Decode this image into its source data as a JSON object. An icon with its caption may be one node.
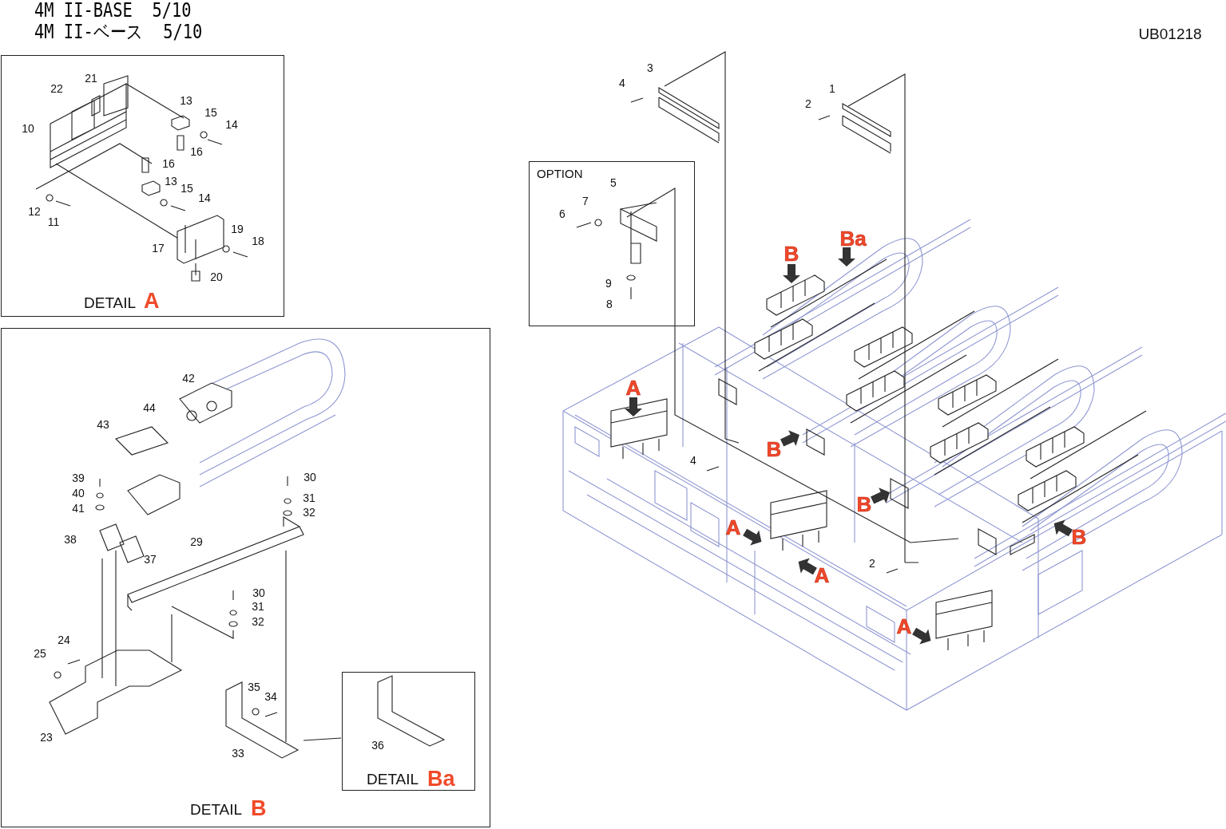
{
  "diagram": {
    "title": "4M II-BASE  5/10",
    "nodes": [
      {
        "text": [
          "DETAIL",
          "A"
        ]
      },
      {
        "text": [
          "DETAIL",
          "B"
        ]
      },
      {
        "text": [
          "DETAIL",
          "Ba"
        ],
        "in": 1
      },
      {
        "text": [
          "OPTION"
        ]
      }
    ],
    "labels": [
      "4M II-ベース  5/10",
      "UB01218",
      "22",
      "21",
      "13",
      "15",
      "14",
      "10",
      "16",
      "16",
      "13",
      "15",
      "14",
      "12",
      "11",
      "19",
      "18",
      "17",
      "20",
      "3",
      "4",
      "1",
      "2",
      "5",
      "7",
      "6",
      "9",
      "8",
      "4",
      "2",
      "B",
      "Ba",
      "A",
      "B",
      "B",
      "A",
      "A",
      "B",
      "A",
      "42",
      "44",
      "43",
      "39",
      "30",
      "40",
      "31",
      "41",
      "32",
      "38",
      "29",
      "37",
      "30",
      "31",
      "32",
      "24",
      "25",
      "35",
      "34",
      "23",
      "33",
      "36"
    ]
  }
}
